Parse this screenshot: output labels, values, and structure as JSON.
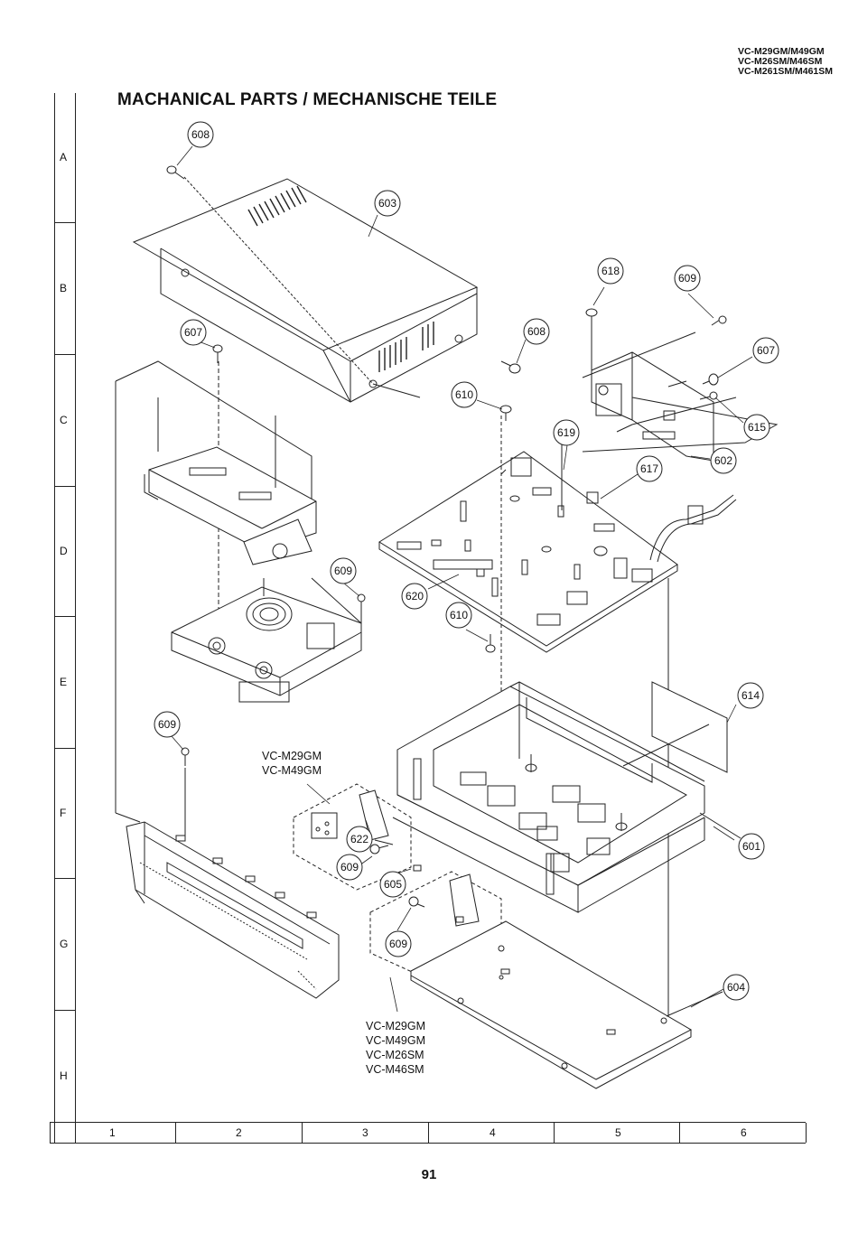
{
  "header": {
    "models": [
      "VC-M29GM/M49GM",
      "VC-M26SM/M46SM",
      "VC-M261SM/M461SM"
    ]
  },
  "title": "MACHANICAL PARTS / MECHANISCHE TEILE",
  "grid": {
    "rows": [
      "A",
      "B",
      "C",
      "D",
      "E",
      "F",
      "G",
      "H"
    ],
    "columns": [
      "1",
      "2",
      "3",
      "4",
      "5",
      "6"
    ]
  },
  "callouts": [
    {
      "id": "608-top",
      "label": "608"
    },
    {
      "id": "603",
      "label": "603"
    },
    {
      "id": "618",
      "label": "618"
    },
    {
      "id": "609-right",
      "label": "609"
    },
    {
      "id": "607-top",
      "label": "607"
    },
    {
      "id": "608-mid",
      "label": "608"
    },
    {
      "id": "607-right",
      "label": "607"
    },
    {
      "id": "610-top",
      "label": "610"
    },
    {
      "id": "615",
      "label": "615"
    },
    {
      "id": "619",
      "label": "619"
    },
    {
      "id": "602",
      "label": "602"
    },
    {
      "id": "617",
      "label": "617"
    },
    {
      "id": "609-mech",
      "label": "609"
    },
    {
      "id": "620",
      "label": "620"
    },
    {
      "id": "610-bottom",
      "label": "610"
    },
    {
      "id": "614",
      "label": "614"
    },
    {
      "id": "609-left",
      "label": "609"
    },
    {
      "id": "622",
      "label": "622"
    },
    {
      "id": "609-sub",
      "label": "609"
    },
    {
      "id": "605",
      "label": "605"
    },
    {
      "id": "601",
      "label": "601"
    },
    {
      "id": "609-board",
      "label": "609"
    },
    {
      "id": "604",
      "label": "604"
    }
  ],
  "variants": {
    "upper": [
      "VC-M29GM",
      "VC-M49GM"
    ],
    "lower": [
      "VC-M29GM",
      "VC-M49GM",
      "VC-M26SM",
      "VC-M46SM"
    ]
  },
  "page_number": "91"
}
